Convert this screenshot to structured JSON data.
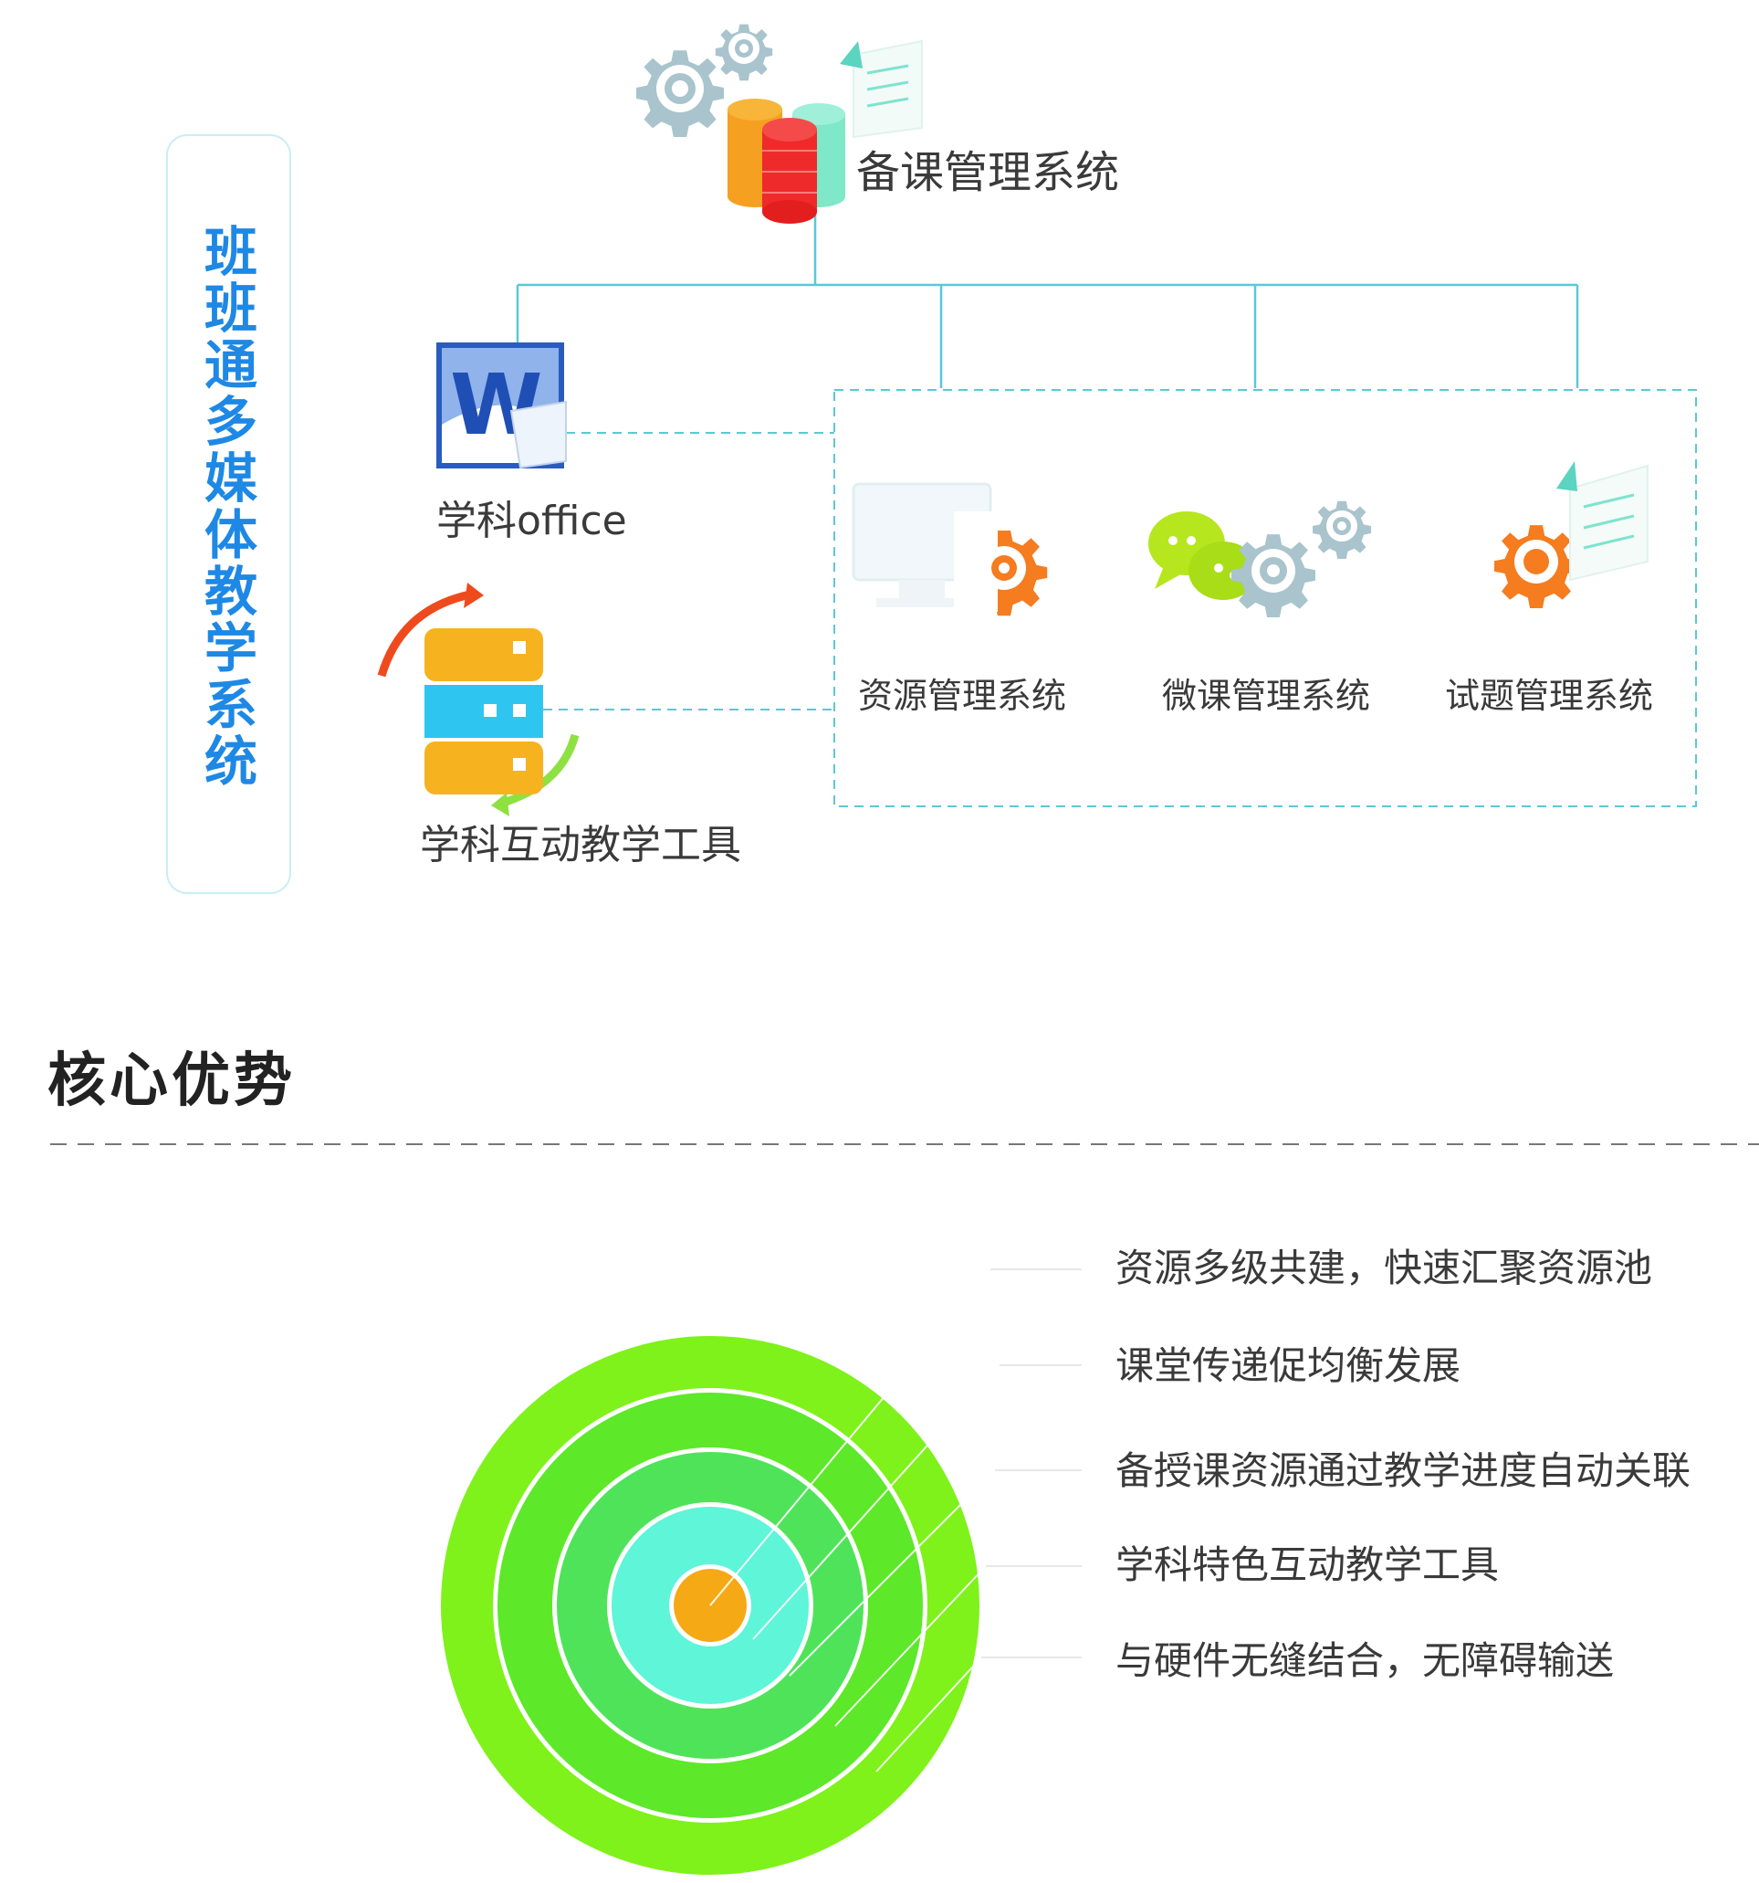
{
  "system_title": "班班通多媒体教学系统",
  "top_node": {
    "label": "备课管理系统",
    "icon": "gears-database-icon"
  },
  "left_nodes": [
    {
      "label": "学科office",
      "icon": "word-document-icon"
    },
    {
      "label": "学科互动教学工具",
      "icon": "server-sync-icon"
    }
  ],
  "sub_systems": [
    {
      "label": "资源管理系统",
      "icon": "monitor-gear-icon"
    },
    {
      "label": "微课管理系统",
      "icon": "chat-gears-icon"
    },
    {
      "label": "试题管理系统",
      "icon": "gear-document-icon"
    }
  ],
  "advantages_heading": "核心优势",
  "advantages": [
    "资源多级共建，快速汇聚资源池",
    "课堂传递促均衡发展",
    "备授课资源通过教学进度自动关联",
    "学科特色互动教学工具",
    "与硬件无缝结合，无障碍输送"
  ],
  "colors": {
    "connector": "#5bc8d6",
    "title_blue": "#1e88e5",
    "ring_outer": "#7ef21a",
    "ring_2": "#5de829",
    "ring_3": "#4fe35a",
    "ring_4": "#5ef5d8",
    "ring_center": "#f5a915",
    "gear_gray": "#a9c4cc",
    "gear_orange": "#f57c1f"
  }
}
